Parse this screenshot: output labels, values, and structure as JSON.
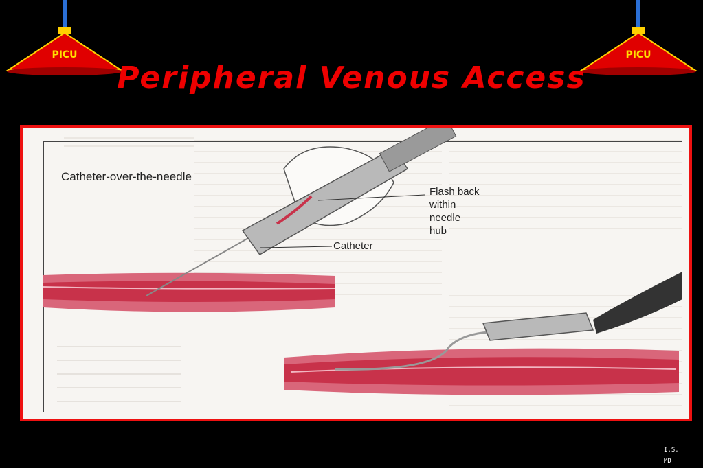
{
  "slide": {
    "title": "Peripheral Venous Access",
    "lamp_text": "PICU",
    "credit_line1": "I.S.",
    "credit_line2": "MD"
  },
  "figure": {
    "caption": "Catheter-over-the-needle",
    "flash_label": "Flash back within needle hub",
    "flash_lines": [
      "Flash back",
      "within",
      "needle",
      "hub"
    ],
    "catheter_label": "Catheter"
  },
  "colors": {
    "background": "#000000",
    "title": "#ee0000",
    "frame": "#ee1111",
    "vessel": "#c8324a",
    "lamp_shade": "#e00000",
    "lamp_text": "#ffe000"
  }
}
